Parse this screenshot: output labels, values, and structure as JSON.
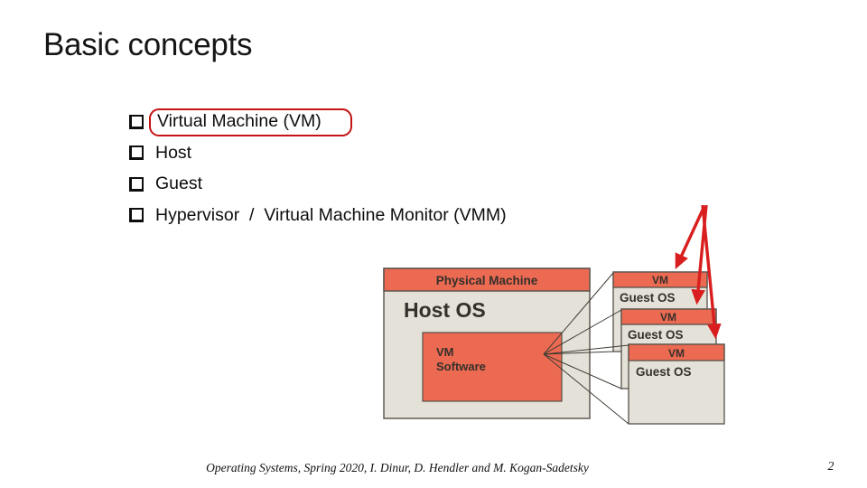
{
  "slide": {
    "title": "Basic concepts",
    "bullets": [
      {
        "label": "Virtual Machine (VM)",
        "highlighted": true
      },
      {
        "label": "Host",
        "highlighted": false
      },
      {
        "label": "Guest",
        "highlighted": false
      },
      {
        "label": "Hypervisor  /  Virtual Machine Monitor (VMM)",
        "highlighted": false
      }
    ],
    "footer": "Operating Systems, Spring 2020, I. Dinur, D. Hendler and M. Kogan-Sadetsky",
    "page_number": "2"
  },
  "diagram": {
    "physical_machine_label": "Physical Machine",
    "host_os_label": "Host OS",
    "vm_software_line1": "VM",
    "vm_software_line2": "Software",
    "vm_label": "VM",
    "guest_os_label": "Guest OS",
    "colors": {
      "accent_fill": "#EB6A51",
      "panel_fill": "#E4E2D8",
      "box_border": "#55524A",
      "projection_line": "#403D36",
      "arrow_red": "#D81E1E",
      "highlight_red": "#C41414"
    }
  }
}
